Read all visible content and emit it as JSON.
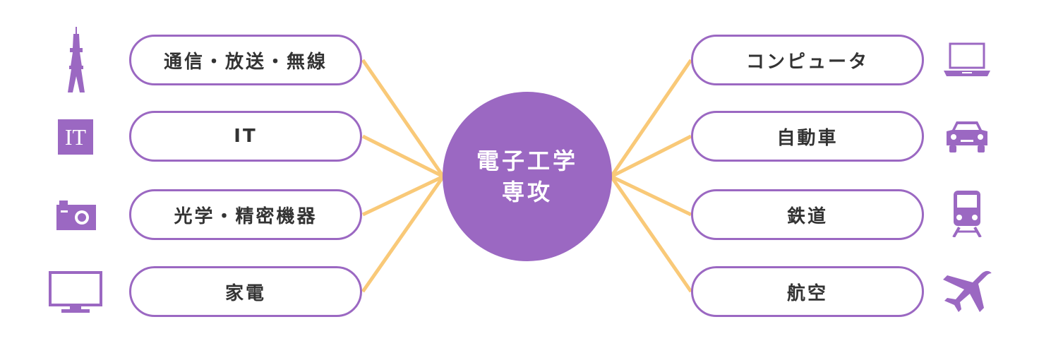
{
  "center": {
    "line1": "電子工学",
    "line2": "専攻"
  },
  "left_items": [
    {
      "label": "通信・放送・無線",
      "icon": "tower-icon"
    },
    {
      "label": "IT",
      "icon": "it-icon"
    },
    {
      "label": "光学・精密機器",
      "icon": "camera-icon"
    },
    {
      "label": "家電",
      "icon": "tv-icon"
    }
  ],
  "right_items": [
    {
      "label": "コンピュータ",
      "icon": "laptop-icon"
    },
    {
      "label": "自動車",
      "icon": "car-icon"
    },
    {
      "label": "鉄道",
      "icon": "train-icon"
    },
    {
      "label": "航空",
      "icon": "airplane-icon"
    }
  ],
  "icon_badge_text": "IT",
  "colors": {
    "accent": "#9b68c2",
    "connector": "#f9c978",
    "text": "#333333",
    "background": "#ffffff"
  }
}
